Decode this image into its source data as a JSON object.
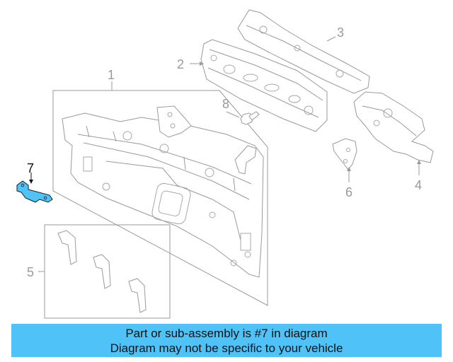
{
  "diagram": {
    "callouts": {
      "c1": "1",
      "c2": "2",
      "c3": "3",
      "c4": "4",
      "c5": "5",
      "c6": "6",
      "c7": "7",
      "c8": "8"
    },
    "highlight_color": "#4fc3f7",
    "outline_color": "#9a9a9a"
  },
  "banner": {
    "line1": "Part or sub-assembly is #7 in diagram",
    "line2": "Diagram may not be specific to your vehicle",
    "color": "#4fc3f7"
  }
}
